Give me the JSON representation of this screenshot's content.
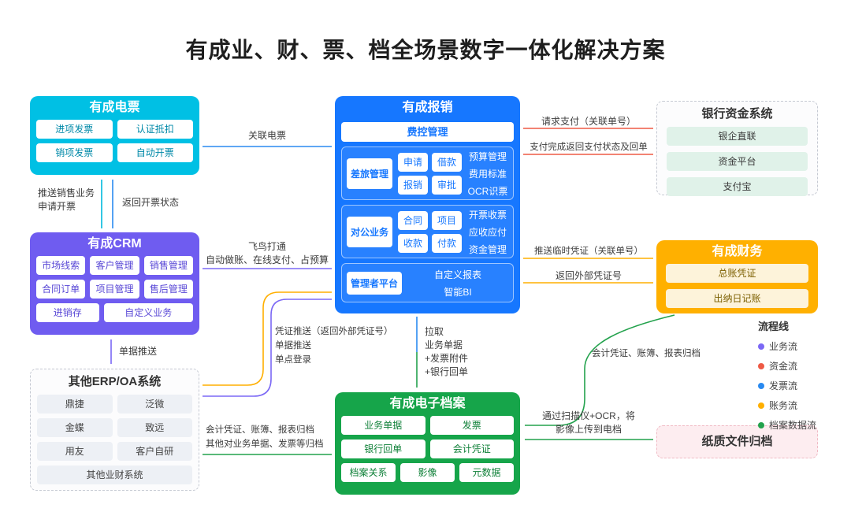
{
  "title": "有成业、财、票、档全场景数字一体化解决方案",
  "nodes": {
    "epiao": {
      "title": "有成电票",
      "items": [
        "进项发票",
        "认证抵扣",
        "销项发票",
        "自动开票"
      ]
    },
    "crm": {
      "title": "有成CRM",
      "items": [
        "市场线索",
        "客户管理",
        "销售管理",
        "合同订单",
        "项目管理",
        "售后管理",
        "进销存",
        "自定义业务"
      ]
    },
    "erp": {
      "title": "其他ERP/OA系统",
      "items": [
        "鼎捷",
        "泛微",
        "金蝶",
        "致远",
        "用友",
        "客户自研",
        "其他业财系统"
      ]
    },
    "baoxiao": {
      "title": "有成报销",
      "top_module": "费控管理",
      "sections": [
        {
          "label": "差旅管理",
          "buttons": [
            "申请",
            "借款",
            "报销",
            "审批"
          ],
          "features": [
            "预算管理",
            "费用标准",
            "OCR识票"
          ]
        },
        {
          "label": "对公业务",
          "buttons": [
            "合同",
            "项目",
            "收款",
            "付款"
          ],
          "features": [
            "开票收票",
            "应收应付",
            "资金管理"
          ]
        },
        {
          "label": "管理者平台",
          "buttons": [],
          "features": [
            "自定义报表",
            "智能BI"
          ]
        }
      ]
    },
    "archive": {
      "title": "有成电子档案",
      "items": [
        "业务单据",
        "发票",
        "银行回单",
        "会计凭证",
        "档案关系",
        "影像",
        "元数据"
      ]
    },
    "bank": {
      "title": "银行资金系统",
      "items": [
        "银企直联",
        "资金平台",
        "支付宝"
      ]
    },
    "finance": {
      "title": "有成财务",
      "items": [
        "总账凭证",
        "出纳日记账"
      ]
    },
    "paper": {
      "title": "纸质文件归档"
    }
  },
  "legend": {
    "title": "流程线",
    "items": [
      {
        "label": "业务流",
        "color": "#7b68f5"
      },
      {
        "label": "资金流",
        "color": "#ee5a45"
      },
      {
        "label": "发票流",
        "color": "#2a8af0"
      },
      {
        "label": "账务流",
        "color": "#ffaf00"
      },
      {
        "label": "档案数据流",
        "color": "#23a24d"
      }
    ]
  },
  "edges": {
    "epiao_baoxiao": "关联电票",
    "pay_request": "请求支付（关联单号）",
    "pay_return": "支付完成返回支付状态及回单",
    "crm_epiao_push_l1": "推送销售业务",
    "crm_epiao_push_l2": "申请开票",
    "epiao_crm_return": "返回开票状态",
    "crm_baoxiao_l1": "飞鸟打通",
    "crm_baoxiao_l2": "自动做账、在线支付、占预算",
    "baoxiao_finance_push": "推送临时凭证（关联单号）",
    "finance_baoxiao_return": "返回外部凭证号",
    "crm_erp": "单据推送",
    "erp_baoxiao_l1": "凭证推送（返回外部凭证号）",
    "erp_baoxiao_l2": "单据推送",
    "erp_baoxiao_l3": "单点登录",
    "baoxiao_archive_l1": "拉取",
    "baoxiao_archive_l2": "业务单据",
    "baoxiao_archive_l3": "+发票附件",
    "baoxiao_archive_l4": "+银行回单",
    "finance_archive": "会计凭证、账簿、报表归档",
    "erp_archive_l1": "会计凭证、账簿、报表归档",
    "erp_archive_l2": "其他对业务单据、发票等归档",
    "paper_archive_l1": "通过扫描仪+OCR，将",
    "paper_archive_l2": "影像上传到电档"
  }
}
